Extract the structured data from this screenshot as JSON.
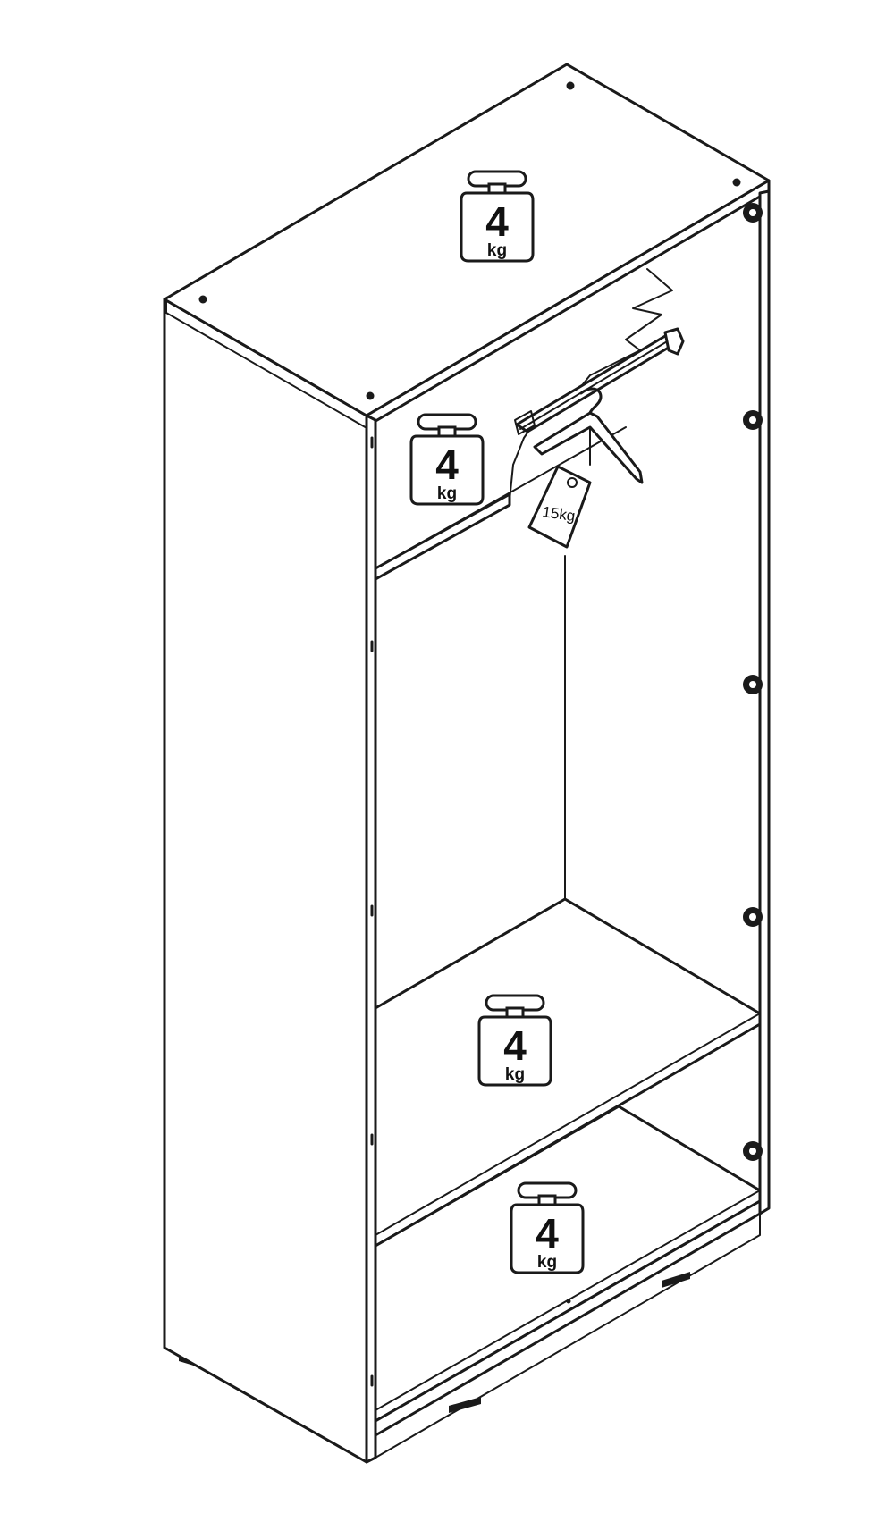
{
  "diagram": {
    "weight_limits": [
      {
        "value": "4",
        "unit": "kg"
      },
      {
        "value": "4",
        "unit": "kg"
      },
      {
        "value": "4",
        "unit": "kg"
      },
      {
        "value": "4",
        "unit": "kg"
      }
    ],
    "rail_tag": {
      "value": "15kg"
    }
  },
  "colors": {
    "line": "#1a1a1a",
    "background": "#ffffff"
  }
}
